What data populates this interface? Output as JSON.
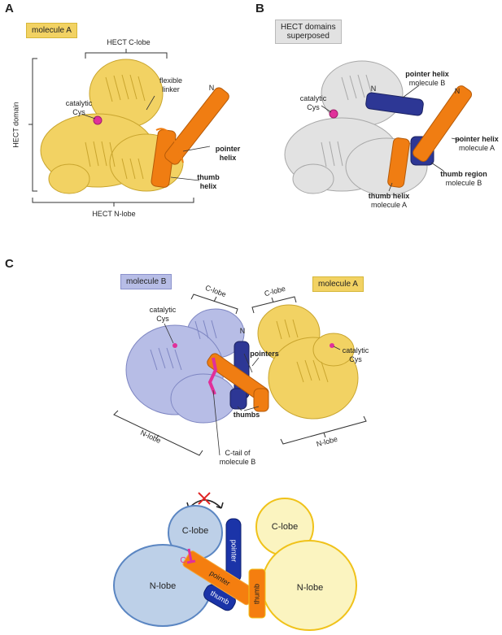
{
  "panel_a": {
    "letter": "A",
    "tag": "molecule A",
    "c_lobe_label": "HECT C-lobe",
    "domain_label": "HECT domain",
    "catalytic_line1": "catalytic",
    "catalytic_line2": "Cys",
    "linker_line1": "flexible",
    "linker_line2": "linker",
    "n_term": "N",
    "pointer_line1": "pointer",
    "pointer_line2": "helix",
    "thumb_line1": "thumb",
    "thumb_line2": "helix",
    "n_lobe_label": "HECT N-lobe"
  },
  "panel_b": {
    "letter": "B",
    "tag_line1": "HECT domains",
    "tag_line2": "superposed",
    "catalytic_line1": "catalytic",
    "catalytic_line2": "Cys",
    "n_term_b": "N",
    "n_term_a": "N",
    "pointer_b_line1": "pointer helix",
    "pointer_b_line2": "molecule B",
    "pointer_a_line1": "pointer helix",
    "pointer_a_line2": "molecule A",
    "thumb_region_line1": "thumb region",
    "thumb_region_line2": "molecule B",
    "thumb_helix_line1": "thumb helix",
    "thumb_helix_line2": "molecule A"
  },
  "panel_c": {
    "letter": "C",
    "tag_b": "molecule B",
    "tag_a": "molecule A",
    "c_lobe_b": "C-lobe",
    "c_lobe_a": "C-lobe",
    "catalytic_b_line1": "catalytic",
    "catalytic_b_line2": "Cys",
    "catalytic_a_line1": "catalytic",
    "catalytic_a_line2": "Cys",
    "n_term": "N",
    "pointers": "pointers",
    "thumbs": "thumbs",
    "n_lobe_b": "N-lobe",
    "n_lobe_a": "N-lobe",
    "ctail_line1": "C-tail of",
    "ctail_line2": "molecule B"
  },
  "schematic": {
    "c_lobe_b": "C-lobe",
    "n_lobe_b": "N-lobe",
    "c_lobe_a": "C-lobe",
    "n_lobe_a": "N-lobe",
    "pointer_b": "pointer",
    "pointer_a": "pointer",
    "thumb_b": "thumb",
    "thumb_a": "thumb",
    "c_term": "C"
  },
  "colors": {
    "molecule_a": "#f2d263",
    "molecule_b": "#a9b0de",
    "orange": "#f07d12",
    "navy": "#2d3795",
    "magenta": "#e0309a",
    "superposed_grey": "#d9d9d9"
  }
}
